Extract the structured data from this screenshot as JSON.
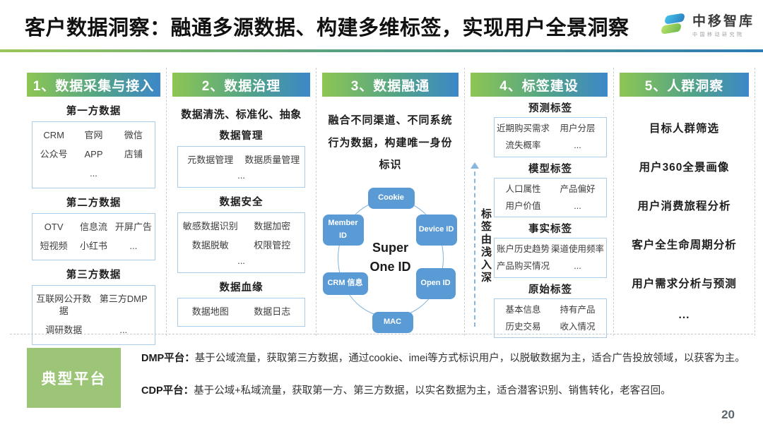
{
  "header": {
    "title": "客户数据洞察：融通多源数据、构建多维标签，实现用户全景洞察",
    "logo_name": "中移智库",
    "logo_subtitle": "中国移动研究院"
  },
  "col1": {
    "header": "1、数据采集与接入",
    "g1_title": "第一方数据",
    "g1_cells": [
      "CRM",
      "官网",
      "微信",
      "公众号",
      "APP",
      "店铺",
      "",
      "...",
      ""
    ],
    "g2_title": "第二方数据",
    "g2_cells": [
      "OTV",
      "信息流",
      "开屏广告",
      "短视频",
      "小红书",
      "..."
    ],
    "g3_title": "第三方数据",
    "g3_cells": [
      "互联网公开数据",
      "第三方DMP",
      "调研数据",
      "..."
    ]
  },
  "col2": {
    "header": "2、数据治理",
    "intro": "数据清洗、标准化、抽象",
    "g1_title": "数据管理",
    "g1_cells": [
      "元数据管理",
      "数据质量管理"
    ],
    "g1_more": "...",
    "g2_title": "数据安全",
    "g2_cells": [
      "敏感数据识别",
      "数据加密",
      "数据脱敏",
      "权限管控"
    ],
    "g2_more": "...",
    "g3_title": "数据血缘",
    "g3_cells": [
      "数据地图",
      "数据日志"
    ]
  },
  "col3": {
    "header": "3、数据融通",
    "intro": "融合不同渠道、不同系统行为数据，构建唯一身份标识",
    "center": "Super\nOne  ID",
    "nodes": [
      "Cookie",
      "Member ID",
      "Device ID",
      "CRM 信息",
      "Open ID",
      "MAC"
    ]
  },
  "col4": {
    "header": "4、标签建设",
    "axis_label": "标签由浅入深",
    "g1_title": "预测标签",
    "g1_cells": [
      "近期购买需求",
      "用户分层",
      "流失概率",
      "..."
    ],
    "g2_title": "模型标签",
    "g2_cells": [
      "人口属性",
      "产品偏好",
      "用户价值",
      "..."
    ],
    "g3_title": "事实标签",
    "g3_cells": [
      "账户历史趋势",
      "渠道使用频率",
      "产品购买情况",
      "..."
    ],
    "g4_title": "原始标签",
    "g4_cells": [
      "基本信息",
      "持有产品",
      "历史交易",
      "收入情况"
    ]
  },
  "col5": {
    "header": "5、人群洞察",
    "items": [
      "目标人群筛选",
      "用户360全景画像",
      "用户消费旅程分析",
      "客户全生命周期分析",
      "用户需求分析与预测",
      "..."
    ]
  },
  "footer": {
    "badge": "典型平台",
    "rows": [
      {
        "label": "DMP平台：",
        "text": "基于公域流量，获取第三方数据，通过cookie、imei等方式标识用户，以脱敏数据为主，适合广告投放领域，以获客为主。"
      },
      {
        "label": "CDP平台：",
        "text": "基于公域+私域流量，获取第一方、第三方数据，以实名数据为主，适合潜客识别、销售转化，老客召回。"
      }
    ]
  },
  "page": {
    "number": "20"
  }
}
